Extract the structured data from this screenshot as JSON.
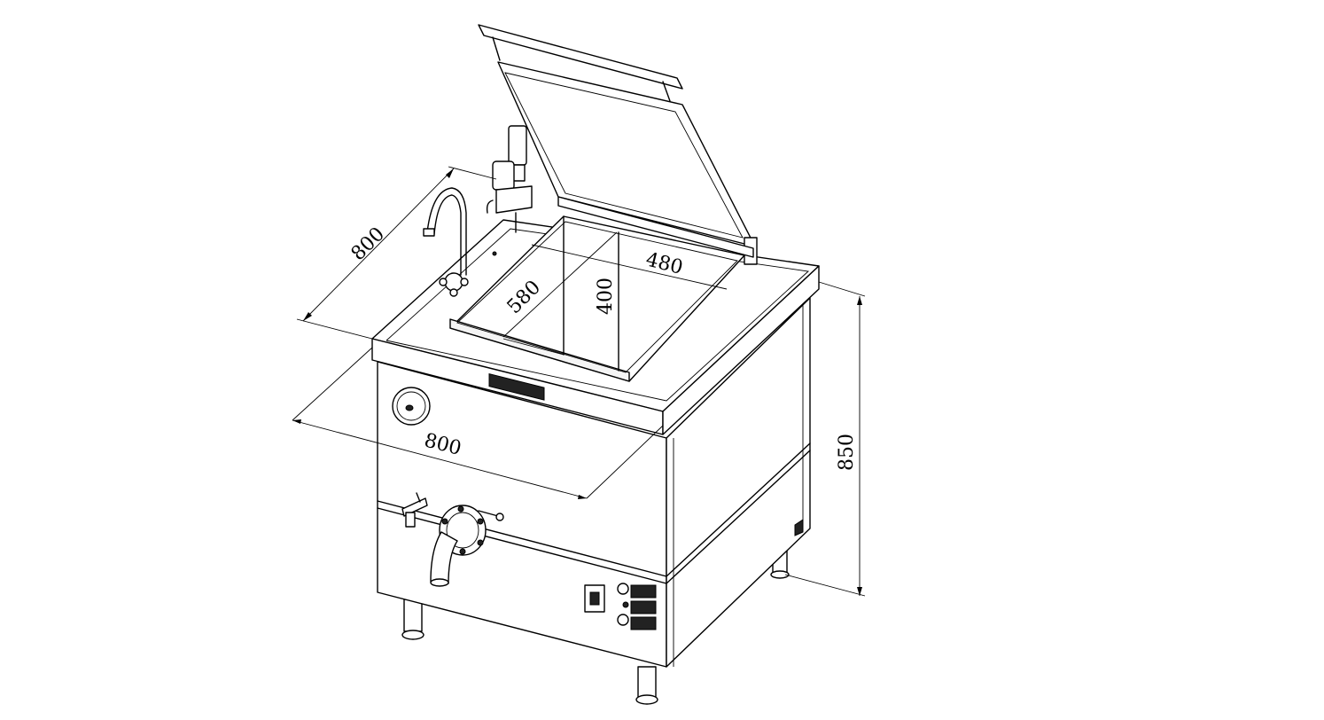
{
  "dimensions": {
    "depth": "800",
    "width": "800",
    "height": "850",
    "pan_width": "480",
    "pan_depth": "580",
    "pan_height": "400"
  },
  "colors": {
    "line": "#000000",
    "background": "#ffffff"
  }
}
